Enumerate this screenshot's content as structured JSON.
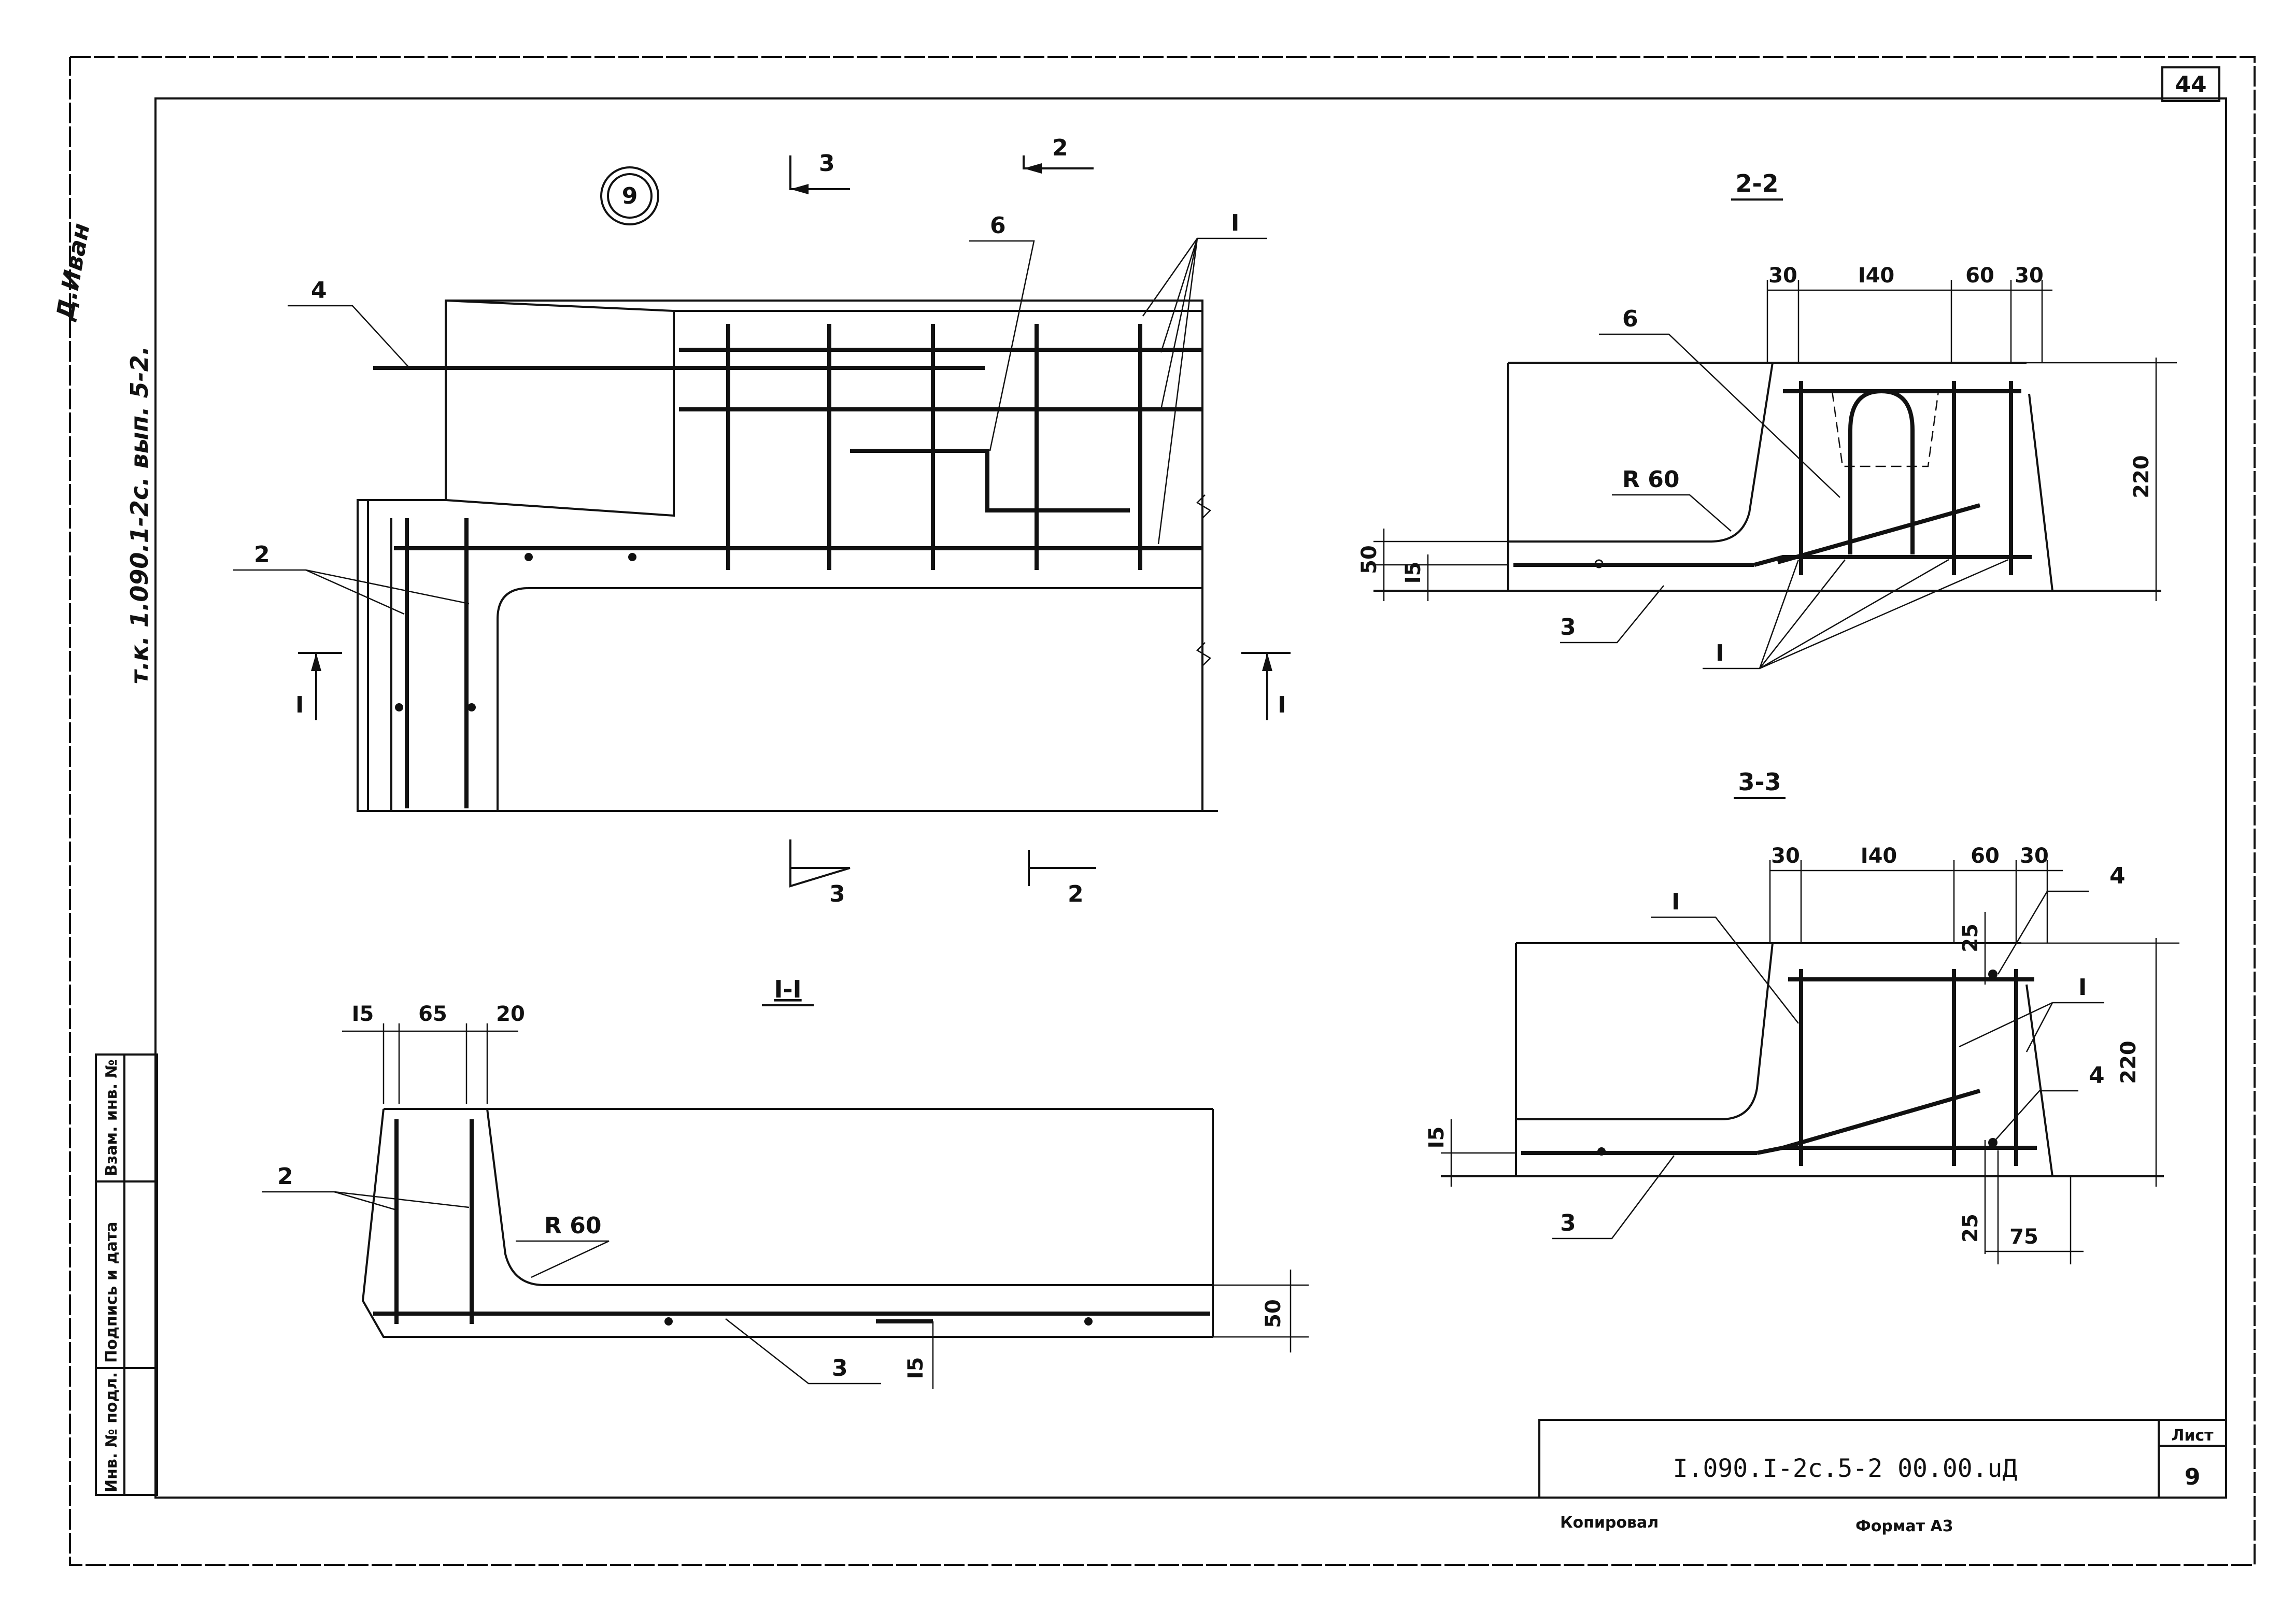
{
  "sheet": {
    "sheet_number_top": "44",
    "title_code": "I.090.I-2с.5-2  00.00.uД",
    "sheet_label": "Лист",
    "sheet_number": "9",
    "copied_label": "Копировал",
    "format_label": "Формат  А3",
    "side_series": "т.к. 1.090.1-2с. вып. 5-2.",
    "signature": "Д.Иван"
  },
  "stamp_column": {
    "inv_orig": "Инв. № подл.",
    "sign_date": "Подпись и дата",
    "inv_repl": "Взам. инв. №"
  },
  "plan_view": {
    "node_mark": "9",
    "cut_marks": {
      "top_left": "3",
      "top_right": "2",
      "bottom_left": "3",
      "bottom_right": "2"
    },
    "section_marks": {
      "left": "I",
      "right": "I"
    },
    "positions": {
      "p4": "4",
      "p6": "6",
      "p1": "I",
      "p2": "2"
    }
  },
  "section_1_1": {
    "title": "I-I",
    "dims": {
      "d15": "I5",
      "d65": "65",
      "d20": "20",
      "d50": "50",
      "d15b": "I5"
    },
    "radius": "R 60",
    "positions": {
      "p2": "2",
      "p3": "3"
    }
  },
  "section_2_2": {
    "title": "2-2",
    "dims": {
      "d30a": "30",
      "d140": "I40",
      "d60": "60",
      "d30b": "30",
      "d220": "220",
      "d50": "50",
      "d15": "I5"
    },
    "radius": "R 60",
    "positions": {
      "p6": "6",
      "p3": "3",
      "p1": "I"
    }
  },
  "section_3_3": {
    "title": "3-3",
    "dims": {
      "d30a": "30",
      "d140": "I40",
      "d60": "60",
      "d30b": "30",
      "d220": "220",
      "d25a": "25",
      "d25b": "25",
      "d75": "75",
      "d15": "I5"
    },
    "positions": {
      "p1a": "I",
      "p1b": "I",
      "p4a": "4",
      "p4b": "4",
      "p3": "3"
    }
  }
}
